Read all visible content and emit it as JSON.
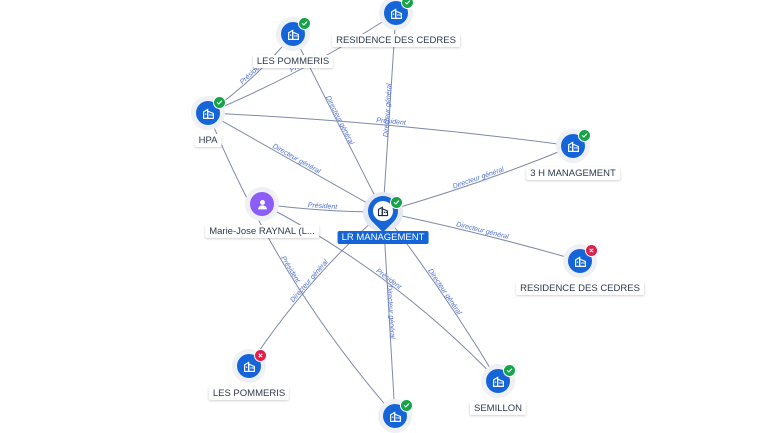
{
  "colors": {
    "company": "#1565d8",
    "person": "#8b5cf6",
    "edge": "#7f8aa8",
    "edge_label": "#4d6fd1",
    "status_ok": "#16a34a",
    "status_ko": "#e11d48"
  },
  "nodes": [
    {
      "id": "lr",
      "label": "LR MANAGEMENT",
      "kind": "company",
      "status": "ok",
      "center": true
    },
    {
      "id": "pommeris1",
      "label": "LES POMMERIS",
      "kind": "company",
      "status": "ok"
    },
    {
      "id": "cedres1",
      "label": "RESIDENCE DES CEDRES",
      "kind": "company",
      "status": "ok"
    },
    {
      "id": "hpa",
      "label": "HPA",
      "kind": "company",
      "status": "ok"
    },
    {
      "id": "hmgmt",
      "label": "3 H MANAGEMENT",
      "kind": "company",
      "status": "ok"
    },
    {
      "id": "marie",
      "label": "Marie-Jose RAYNAL (L...",
      "kind": "person",
      "status": null
    },
    {
      "id": "cedres2",
      "label": "RESIDENCE DES CEDRES",
      "kind": "company",
      "status": "ko"
    },
    {
      "id": "pommeris2",
      "label": "LES POMMERIS",
      "kind": "company",
      "status": "ko"
    },
    {
      "id": "semillon",
      "label": "SEMILLON",
      "kind": "company",
      "status": "ok"
    },
    {
      "id": "bottom",
      "label": "",
      "kind": "company",
      "status": "ok"
    }
  ],
  "edges": [
    {
      "from": "hpa",
      "to": "pommeris1",
      "label": "Président"
    },
    {
      "from": "hpa",
      "to": "cedres1",
      "label": "Président"
    },
    {
      "from": "hpa",
      "to": "hmgmt",
      "label": "Président"
    },
    {
      "from": "hpa",
      "to": "lr",
      "label": "Directeur général"
    },
    {
      "from": "hpa",
      "to": "bottom",
      "label": "Président"
    },
    {
      "from": "pommeris1",
      "to": "lr",
      "label": "Directeur général"
    },
    {
      "from": "cedres1",
      "to": "lr",
      "label": "Directeur général"
    },
    {
      "from": "marie",
      "to": "lr",
      "label": "Président"
    },
    {
      "from": "marie",
      "to": "semillon",
      "label": "Président"
    },
    {
      "from": "lr",
      "to": "hmgmt",
      "label": "Directeur général"
    },
    {
      "from": "lr",
      "to": "cedres2",
      "label": "Directeur général"
    },
    {
      "from": "lr",
      "to": "pommeris2",
      "label": "Directeur général"
    },
    {
      "from": "lr",
      "to": "bottom",
      "label": "Directeur général"
    },
    {
      "from": "lr",
      "to": "semillon",
      "label": "Directeur général"
    }
  ]
}
